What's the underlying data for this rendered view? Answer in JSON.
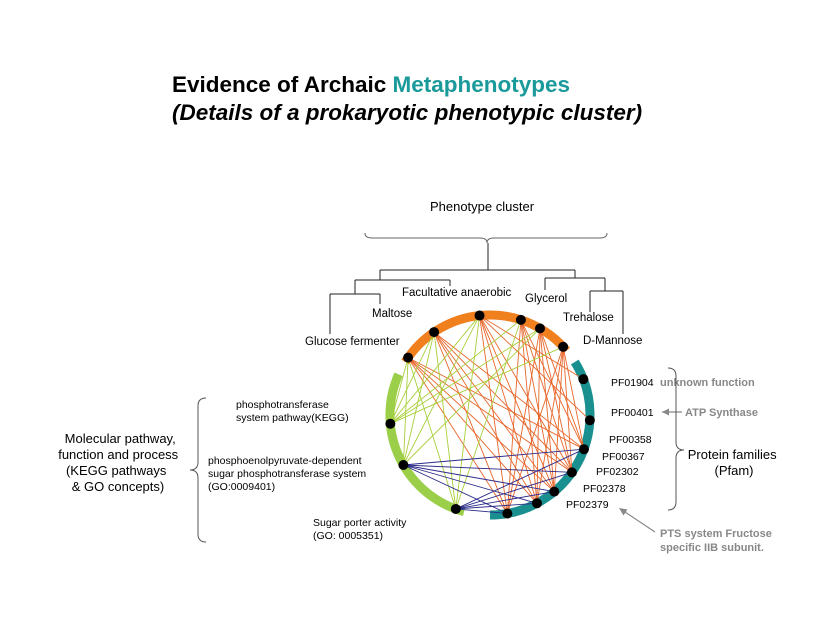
{
  "title": {
    "prefix": "Evidence of Archaic ",
    "accent": "Metaphenotypes",
    "subtitle": "(Details of a prokaryotic phenotypic cluster)"
  },
  "colors": {
    "accent": "#1a9a9a",
    "phenotype_arc": "#f07f1e",
    "pathway_arc": "#9bcf4a",
    "pfam_arc": "#1a8f8f",
    "phenotype_edges": "#e8662a",
    "pathway_green_edges": "#a8cf3a",
    "pathway_navy_edges": "#2b2a8a",
    "annotation_gray": "#888888"
  },
  "cluster_header": "Phenotype cluster",
  "phenotypes": [
    {
      "id": "glucose",
      "label": "Glucose fermenter"
    },
    {
      "id": "maltose",
      "label": "Maltose"
    },
    {
      "id": "facultative",
      "label": "Facultative anaerobic"
    },
    {
      "id": "glycerol",
      "label": "Glycerol"
    },
    {
      "id": "trehalose",
      "label": "Trehalose"
    },
    {
      "id": "mannose",
      "label": "D-Mannose"
    }
  ],
  "pathways": [
    {
      "id": "pts_kegg",
      "label_lines": [
        "phosphotransferase",
        "system pathway(KEGG)"
      ]
    },
    {
      "id": "pep_pts",
      "label_lines": [
        "phosphoenolpyruvate-dependent",
        "sugar phosphotransferase system",
        "(GO:0009401)"
      ]
    },
    {
      "id": "sugar_porter",
      "label_lines": [
        "Sugar porter activity",
        "(GO: 0005351)"
      ]
    }
  ],
  "pfams": [
    {
      "id": "PF01904",
      "label": "PF01904"
    },
    {
      "id": "PF00401",
      "label": "PF00401"
    },
    {
      "id": "PF00358",
      "label": "PF00358"
    },
    {
      "id": "PF00367",
      "label": "PF00367"
    },
    {
      "id": "PF02302",
      "label": "PF02302"
    },
    {
      "id": "PF02378",
      "label": "PF02378"
    },
    {
      "id": "PF02379",
      "label": "PF02379"
    }
  ],
  "annotations": {
    "unknown_function": "unknown function",
    "atp_synthase": "ATP Synthase",
    "pts_fructose": [
      "PTS system Fructose",
      "specific IIB subunit."
    ]
  },
  "group_labels": {
    "molecular": [
      "Molecular pathway,",
      "function and process",
      "(KEGG pathways",
      "& GO concepts)"
    ],
    "protein_families": [
      "Protein families",
      "(Pfam)"
    ]
  },
  "edges": [
    [
      "glucose",
      "PF00358"
    ],
    [
      "glucose",
      "PF00367"
    ],
    [
      "glucose",
      "PF02302"
    ],
    [
      "glucose",
      "PF02378"
    ],
    [
      "glucose",
      "PF02379"
    ],
    [
      "maltose",
      "PF00358"
    ],
    [
      "maltose",
      "PF00367"
    ],
    [
      "maltose",
      "PF02302"
    ],
    [
      "maltose",
      "PF02378"
    ],
    [
      "maltose",
      "PF02379"
    ],
    [
      "facultative",
      "PF01904"
    ],
    [
      "facultative",
      "PF00401"
    ],
    [
      "facultative",
      "PF00367"
    ],
    [
      "facultative",
      "PF02302"
    ],
    [
      "facultative",
      "PF02378"
    ],
    [
      "facultative",
      "PF02379"
    ],
    [
      "glycerol",
      "PF00358"
    ],
    [
      "glycerol",
      "PF00367"
    ],
    [
      "glycerol",
      "PF02302"
    ],
    [
      "glycerol",
      "PF02378"
    ],
    [
      "glycerol",
      "PF02379"
    ],
    [
      "trehalose",
      "PF00358"
    ],
    [
      "trehalose",
      "PF00367"
    ],
    [
      "trehalose",
      "PF02302"
    ],
    [
      "trehalose",
      "PF02378"
    ],
    [
      "trehalose",
      "PF02379"
    ],
    [
      "mannose",
      "PF00358"
    ],
    [
      "mannose",
      "PF00367"
    ],
    [
      "mannose",
      "PF02302"
    ],
    [
      "mannose",
      "PF02378"
    ],
    [
      "mannose",
      "PF02379"
    ],
    [
      "pts_kegg",
      "glucose"
    ],
    [
      "pts_kegg",
      "maltose"
    ],
    [
      "pts_kegg",
      "facultative"
    ],
    [
      "pts_kegg",
      "glycerol"
    ],
    [
      "pts_kegg",
      "trehalose"
    ],
    [
      "pts_kegg",
      "mannose"
    ],
    [
      "pep_pts",
      "glucose"
    ],
    [
      "pep_pts",
      "maltose"
    ],
    [
      "pep_pts",
      "facultative"
    ],
    [
      "pep_pts",
      "trehalose"
    ],
    [
      "sugar_porter",
      "glucose"
    ],
    [
      "sugar_porter",
      "maltose"
    ],
    [
      "sugar_porter",
      "facultative"
    ],
    [
      "sugar_porter",
      "glycerol"
    ],
    [
      "pep_pts",
      "PF00358"
    ],
    [
      "pep_pts",
      "PF00367"
    ],
    [
      "pep_pts",
      "PF02302"
    ],
    [
      "pep_pts",
      "PF02378"
    ],
    [
      "pep_pts",
      "PF02379"
    ],
    [
      "sugar_porter",
      "PF00358"
    ],
    [
      "sugar_porter",
      "PF00367"
    ],
    [
      "sugar_porter",
      "PF02302"
    ],
    [
      "sugar_porter",
      "PF02378"
    ],
    [
      "sugar_porter",
      "PF02379"
    ]
  ]
}
